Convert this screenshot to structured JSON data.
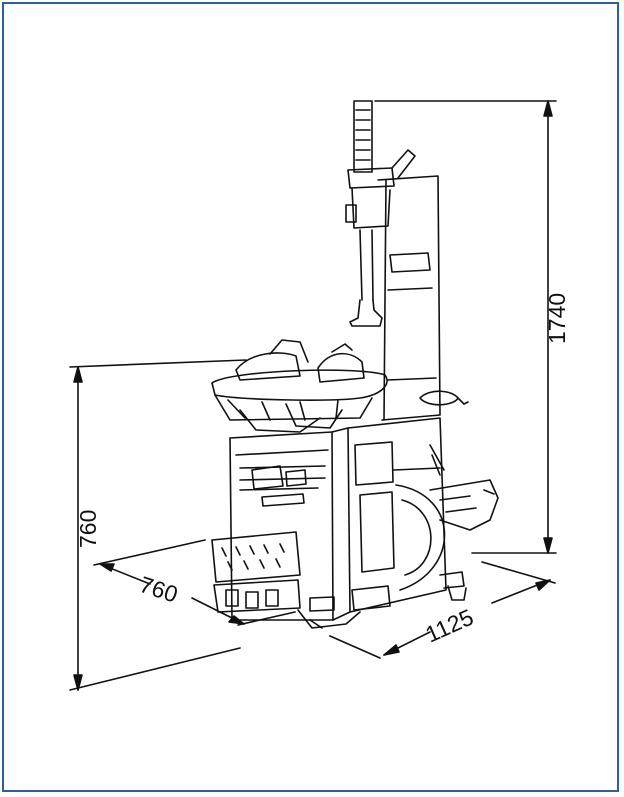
{
  "diagram": {
    "dimensions": {
      "height_total": "1740",
      "table_height": "760",
      "width": "760",
      "depth": "1125"
    }
  },
  "colors": {
    "frame_border": "#2c5fa0",
    "line": "#111111",
    "background": "#ffffff"
  }
}
